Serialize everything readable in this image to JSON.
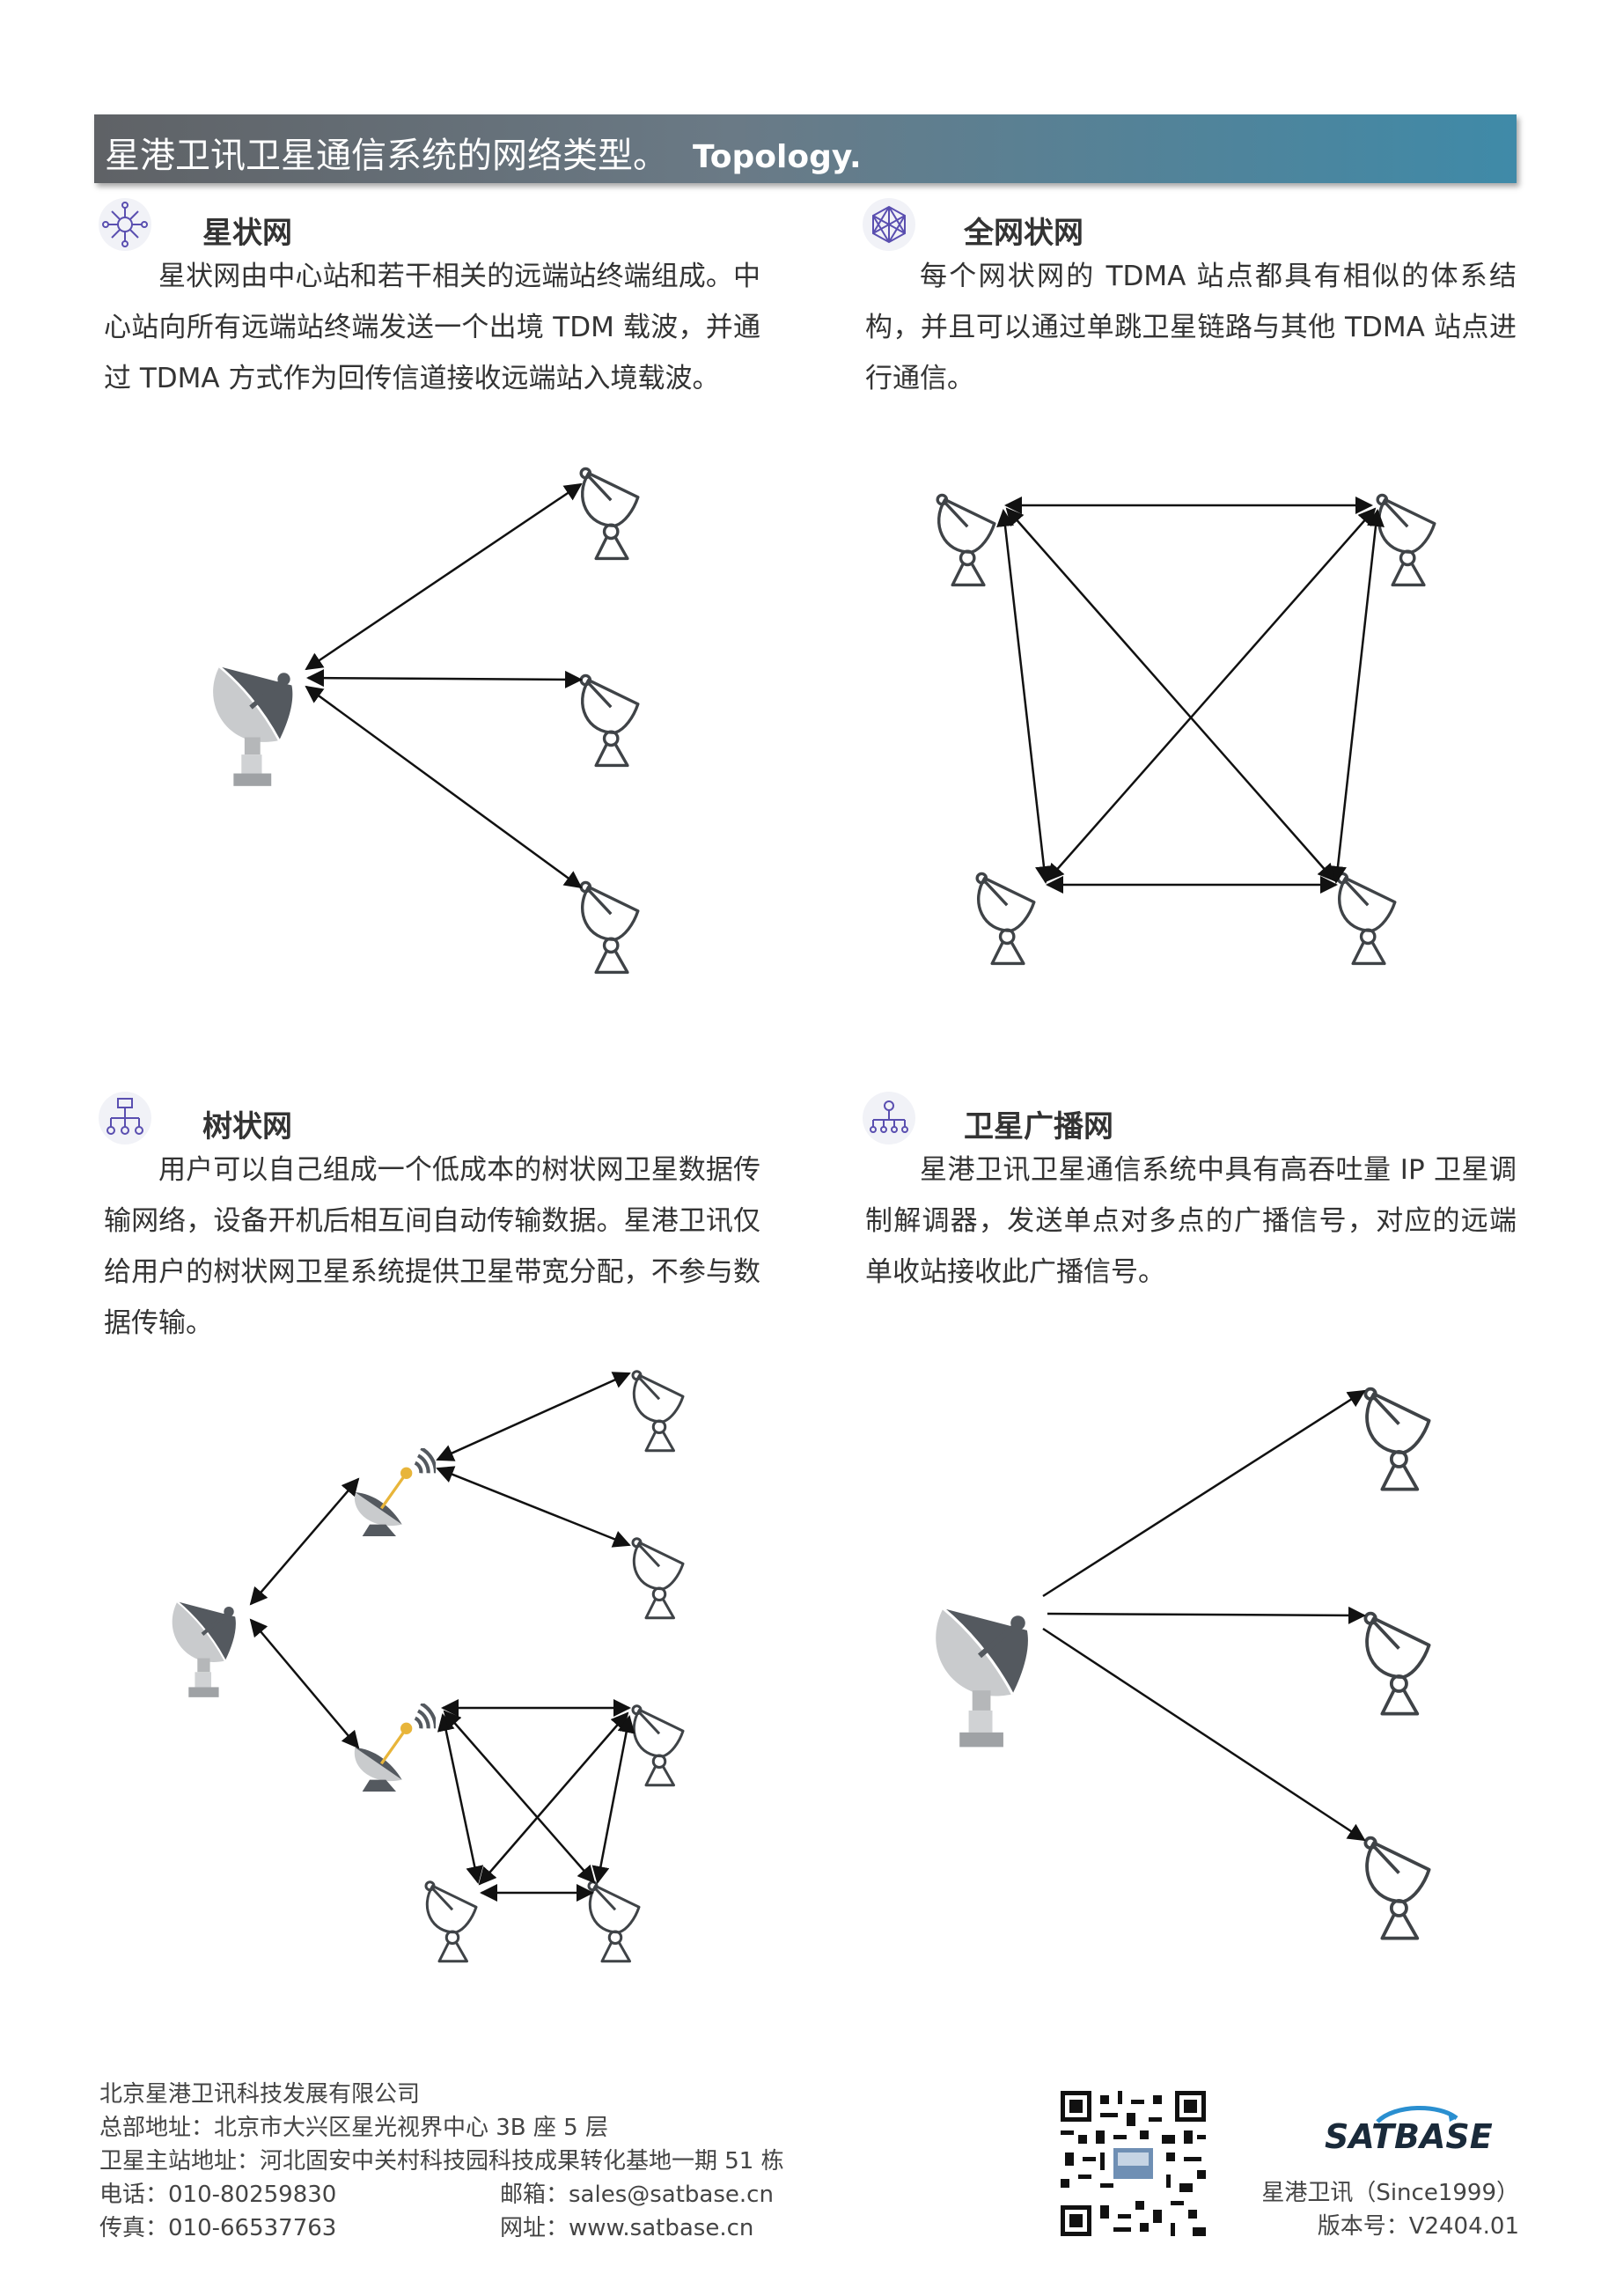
{
  "header": {
    "title": "星港卫讯卫星通信系统的网络类型。",
    "title_en": "Topology."
  },
  "sections": {
    "star": {
      "title": "星状网",
      "icon": "star-network-icon",
      "body": "星状网由中心站和若干相关的远端站终端组成。中心站向所有远端站终端发送一个出境 TDM 载波，并通过 TDMA 方式作为回传信道接收远端站入境载波。"
    },
    "mesh": {
      "title": "全网状网",
      "icon": "mesh-network-icon",
      "body": "每个网状网的 TDMA 站点都具有相似的体系结构，并且可以通过单跳卫星链路与其他 TDMA 站点进行通信。"
    },
    "tree": {
      "title": "树状网",
      "icon": "tree-network-icon",
      "body": "用户可以自己组成一个低成本的树状网卫星数据传输网络，设备开机后相互间自动传输数据。星港卫讯仅给用户的树状网卫星系统提供卫星带宽分配，不参与数据传输。"
    },
    "broadcast": {
      "title": "卫星广播网",
      "icon": "broadcast-network-icon",
      "body": "星港卫讯卫星通信系统中具有高吞吐量 IP 卫星调制解调器，发送单点对多点的广播信号，对应的远端单收站接收此广播信号。"
    }
  },
  "footer": {
    "company": "北京星港卫讯科技发展有限公司",
    "hq_address": "总部地址：北京市大兴区星光视界中心 3B 座 5 层",
    "station_address": "卫星主站地址：河北固安中关村科技园科技成果转化基地一期 51 栋",
    "phone": "电话：010-80259830",
    "fax": "传真：010-66537763",
    "email": "邮箱：sales@satbase.cn",
    "website": "网址：www.satbase.cn",
    "brand_name": "星港卫讯（Since1999）",
    "version": "版本号：V2404.01",
    "logo_text": "SATBASE",
    "qr_icon": "qr-code-icon"
  },
  "colors": {
    "banner_start": "#5f6266",
    "banner_end": "#3f8aa8",
    "dish_dark": "#54595f",
    "dish_light": "#c9cbcd",
    "icon_purple": "#5a4fb0"
  }
}
